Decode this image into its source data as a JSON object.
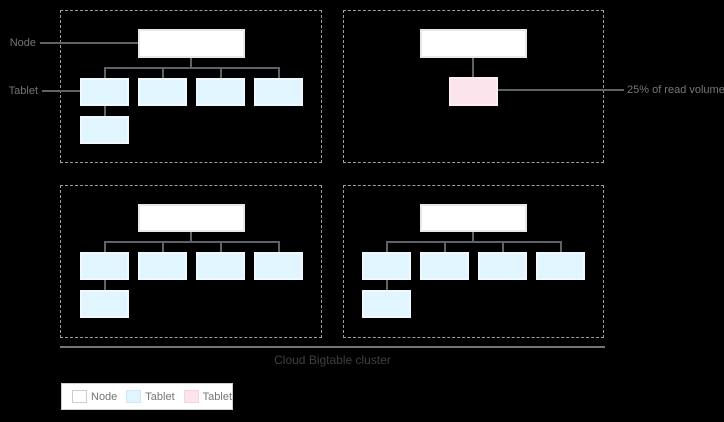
{
  "labels": {
    "node_callout": "Node",
    "tablet_callout": "Tablet",
    "read_volume_callout": "25% of read volume"
  },
  "caption": "Cloud Bigtable cluster",
  "legend": {
    "items": [
      {
        "label": "Node",
        "color": "#ffffff"
      },
      {
        "label": "Tablet",
        "color": "#e1f5fe"
      },
      {
        "label": "Tablet",
        "color": "#fce4ec"
      }
    ]
  },
  "colors": {
    "background": "#000000",
    "node_fill": "#ffffff",
    "tablet_fill": "#e1f5fe",
    "hot_tablet_fill": "#fce4ec",
    "connector_line": "#5f6368",
    "dashed_border": "#9e9e9e",
    "divider_line": "#757575",
    "label_text": "#757575",
    "caption_text": "#3c4043"
  },
  "diagram": {
    "type": "hierarchy",
    "quadrants": [
      {
        "position": "top-left",
        "node_count": 1,
        "blue_tablet_count": 5,
        "pink_tablet_count": 0
      },
      {
        "position": "top-right",
        "node_count": 1,
        "blue_tablet_count": 0,
        "pink_tablet_count": 1
      },
      {
        "position": "bottom-left",
        "node_count": 1,
        "blue_tablet_count": 5,
        "pink_tablet_count": 0
      },
      {
        "position": "bottom-right",
        "node_count": 1,
        "blue_tablet_count": 5,
        "pink_tablet_count": 0
      }
    ]
  }
}
